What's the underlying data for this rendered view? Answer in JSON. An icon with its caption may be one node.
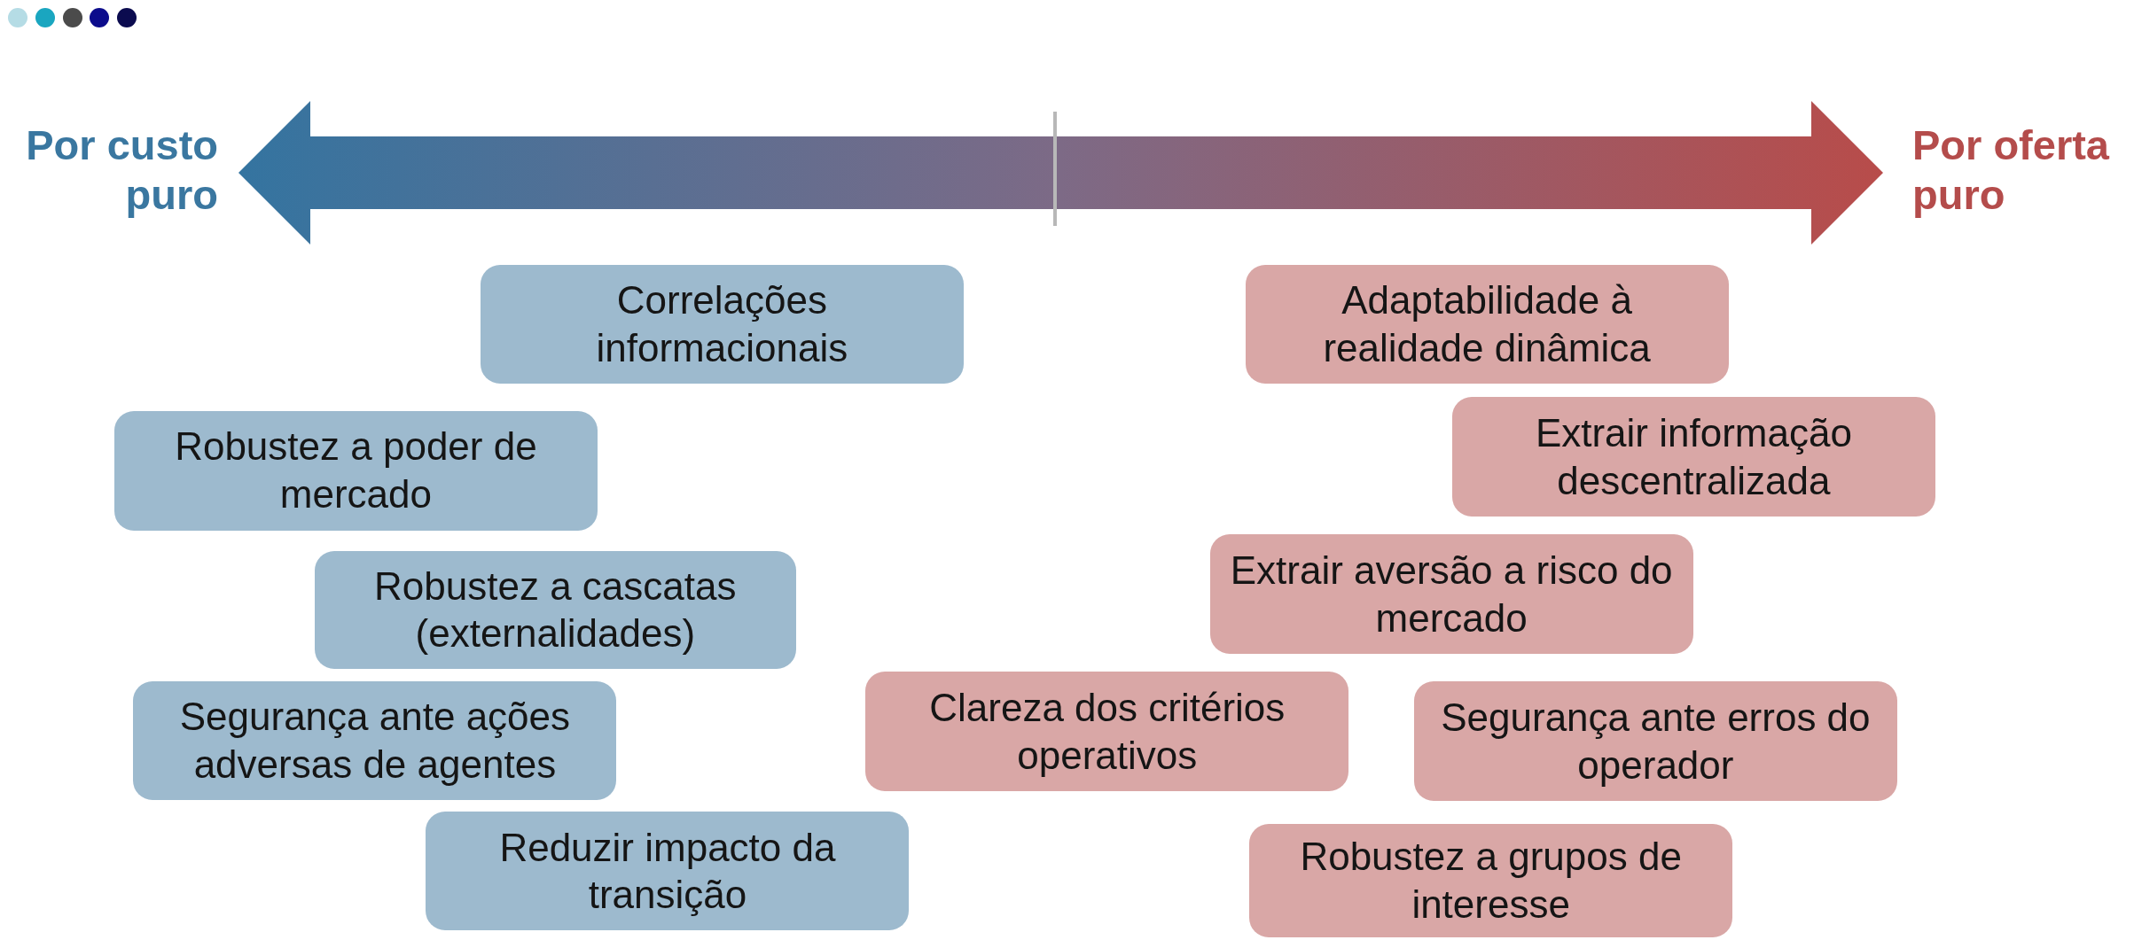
{
  "diagram": {
    "nodes": [
      {
        "text": [
          "Correlações informacionais"
        ]
      },
      {
        "text": [
          "Robustez a poder de mercado"
        ]
      },
      {
        "text": [
          "Robustez a cascatas (externalidades)"
        ]
      },
      {
        "text": [
          "Segurança ante ações adversas de agentes"
        ]
      },
      {
        "text": [
          "Reduzir impacto da transição"
        ]
      },
      {
        "text": [
          "Adaptabilidade à realidade dinâmica"
        ]
      },
      {
        "text": [
          "Extrair informação descentralizada"
        ]
      },
      {
        "text": [
          "Extrair aversão a risco do mercado"
        ]
      },
      {
        "text": [
          "Clareza dos critérios operativos"
        ]
      },
      {
        "text": [
          "Segurança ante erros do operador"
        ]
      },
      {
        "text": [
          "Robustez a grupos de interesse"
        ]
      }
    ],
    "labels": [
      "Por custo puro",
      "Por oferta puro"
    ]
  }
}
